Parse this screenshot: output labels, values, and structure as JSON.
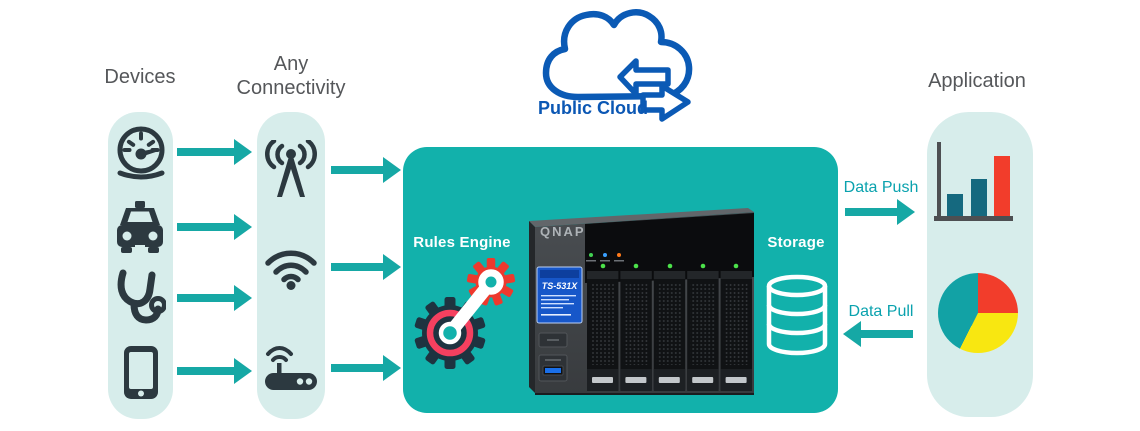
{
  "diagram": {
    "devices": {
      "label": "Devices",
      "icons": [
        "speedometer-icon",
        "taxi-icon",
        "stethoscope-icon",
        "smartphone-icon"
      ]
    },
    "connectivity": {
      "label": "Any Connectivity",
      "icons": [
        "cell-tower-icon",
        "wifi-icon",
        "router-icon"
      ]
    },
    "cloud": {
      "label": "Public Cloud",
      "icon": "cloud-sync-arrows-icon"
    },
    "hub": {
      "rules_engine": {
        "label": "Rules Engine",
        "icon": "gears-icon"
      },
      "storage": {
        "label": "Storage",
        "icon": "database-icon"
      },
      "nas": {
        "brand": "QNAP",
        "model": "TS-531X",
        "icon": "nas-tower-icon",
        "drive_bays": 5
      }
    },
    "flows": {
      "push": {
        "label": "Data Push"
      },
      "pull": {
        "label": "Data Pull"
      }
    },
    "application": {
      "label": "Application",
      "icons": [
        "bar-chart-icon",
        "pie-chart-icon"
      ]
    }
  },
  "colors": {
    "hub_teal": "#12b1ab",
    "column_light_teal": "#d7edeb",
    "arrow_teal": "#16a8a5",
    "flow_text_teal": "#0aa2ae",
    "cloud_blue": "#0b57b4",
    "icon_dark": "#2c3940",
    "label_gray": "#55575a",
    "red": "#f23d2b",
    "pink_ring": "#f4405f",
    "navy_gear": "#1e3340",
    "yellow": "#f8e711",
    "bar_dark_teal": "#15697f"
  }
}
